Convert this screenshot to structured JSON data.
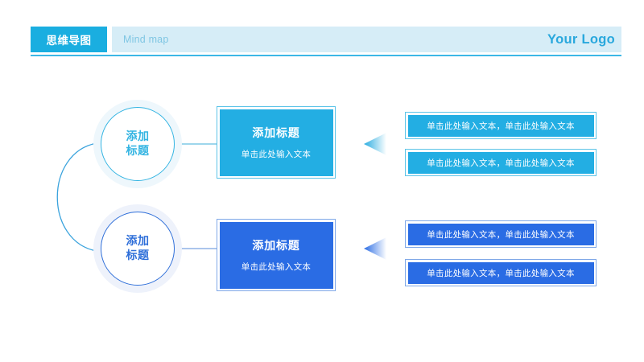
{
  "header": {
    "tab_label": "思维导图",
    "subtitle": "Mind map",
    "logo": "Your Logo",
    "accent_color": "#1aaee0",
    "bar_bg_color": "#d6edf7",
    "rule_color": "#3cb8e6",
    "logo_color": "#29a8dd",
    "subtitle_color": "#7fc6e3"
  },
  "diagram": {
    "branches": [
      {
        "circle_label": "添加标题",
        "circle_color": "#33b4e2",
        "halo_color": "#eef7fc",
        "box_title": "添加标题",
        "box_subtitle": "单击此处输入文本",
        "box_fill": "#23aee3",
        "box_border": "#5cc4e8",
        "arrow_color": "#29ace0",
        "items": [
          "单击此处输入文本，单击此处输入文本",
          "单击此处输入文本，单击此处输入文本"
        ]
      },
      {
        "circle_label": "添加标题",
        "circle_color": "#2f6fd9",
        "halo_color": "#eef2fb",
        "box_title": "添加标题",
        "box_subtitle": "单击此处输入文本",
        "box_fill": "#2a6ce4",
        "box_border": "#7fa8e8",
        "arrow_color": "#2a6ce4",
        "items": [
          "单击此处输入文本，单击此处输入文本",
          "单击此处输入文本，单击此处输入文本"
        ]
      }
    ],
    "connector_colors": {
      "arc_top": "#3cb4e2",
      "arc_bottom": "#2f6fd9",
      "dot_top": "#2fa8dd",
      "dot_bottom": "#2f6fd9",
      "line_top": "#7fc9e6",
      "line_bottom": "#8fb2e6"
    }
  }
}
